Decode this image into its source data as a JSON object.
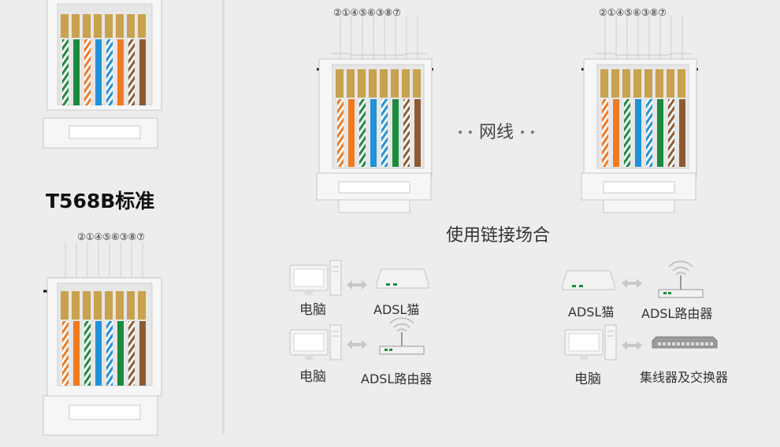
{
  "left_panel": {
    "standard_title": "T568B标准",
    "pin_order": "②①④⑤⑥③⑧⑦"
  },
  "connection": {
    "left_pin_order": "②①④⑤⑥③⑧⑦",
    "right_pin_order": "②①④⑤⑥③⑧⑦",
    "cable_label": "网线",
    "section_title": "使用链接场合"
  },
  "scenarios": {
    "pc_label_1": "电脑",
    "adsl_modem_label_1": "ADSL猫",
    "pc_label_2": "电脑",
    "adsl_router_label_1": "ADSL路由器",
    "adsl_modem_label_2": "ADSL猫",
    "adsl_router_label_2": "ADSL路由器",
    "pc_label_3": "电脑",
    "switch_label": "集线器及交换器"
  },
  "colors": {
    "orange": "#f07a21",
    "green": "#1c8a3c",
    "blue": "#1f92d8",
    "brown": "#8d5a35",
    "copper": "#c9a24f",
    "plug_body": "#f2f2f2",
    "plug_outline": "#bfbfbf",
    "arrow": "#c8c8c8"
  },
  "wire_order_colors": [
    "orange-stripe",
    "orange",
    "green-stripe",
    "blue",
    "blue-stripe",
    "green",
    "brown-stripe",
    "brown"
  ]
}
